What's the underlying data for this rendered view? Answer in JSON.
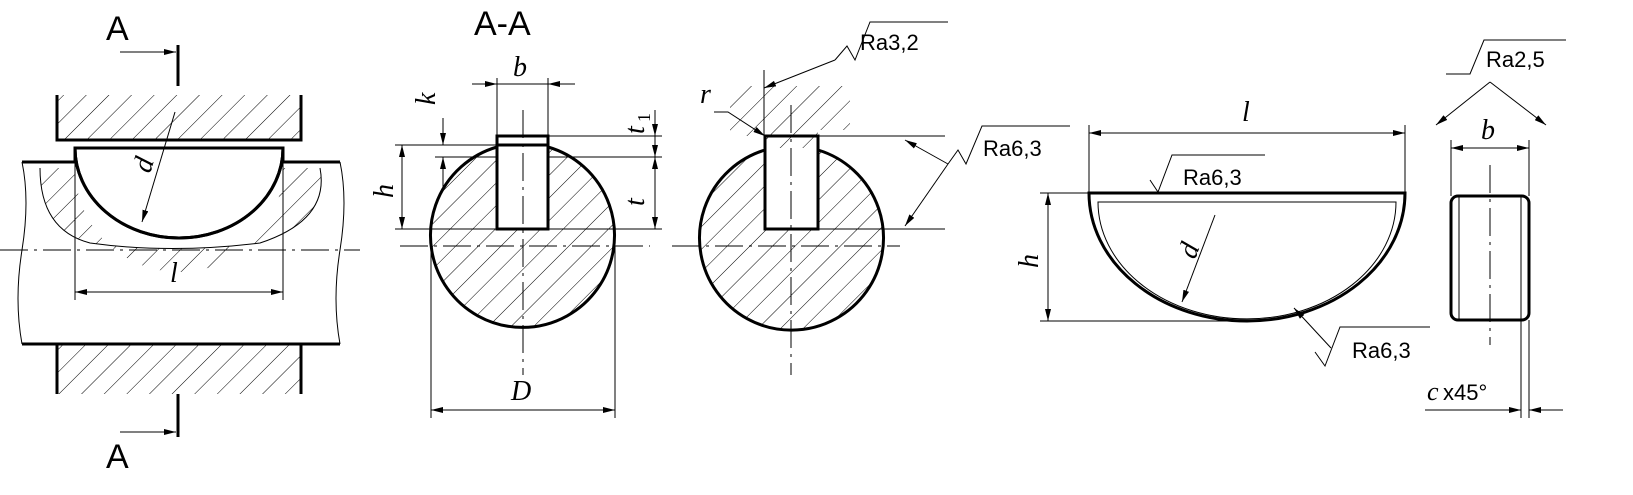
{
  "section": {
    "cut_letter": "A",
    "title": "A-A"
  },
  "dimensions": {
    "l": "l",
    "d": "d",
    "b": "b",
    "k": "k",
    "h": "h",
    "t1_letter": "t",
    "t1_index": "1",
    "t": "t",
    "D": "D",
    "r": "r",
    "chamfer_c": "c",
    "chamfer_rest": "x45°"
  },
  "roughness": {
    "hub_keyway": "Ra3,2",
    "shaft_keyway": "Ra6,3",
    "key_top": "Ra6,3",
    "key_arc": "Ra6,3",
    "key_sides": "Ra2,5"
  }
}
